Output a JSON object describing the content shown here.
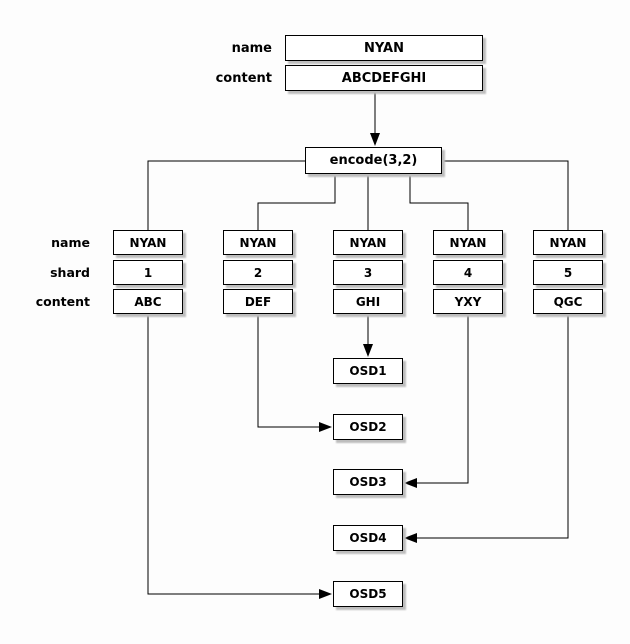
{
  "object": {
    "name_label": "name",
    "name_value": "NYAN",
    "content_label": "content",
    "content_value": "ABCDEFGHI"
  },
  "encode": {
    "label": "encode(3,2)"
  },
  "shard_table": {
    "row_labels": [
      "name",
      "shard",
      "content"
    ],
    "shards": [
      {
        "name": "NYAN",
        "shard": "1",
        "content": "ABC"
      },
      {
        "name": "NYAN",
        "shard": "2",
        "content": "DEF"
      },
      {
        "name": "NYAN",
        "shard": "3",
        "content": "GHI"
      },
      {
        "name": "NYAN",
        "shard": "4",
        "content": "YXY"
      },
      {
        "name": "NYAN",
        "shard": "5",
        "content": "QGC"
      }
    ]
  },
  "osds": [
    {
      "label": "OSD1"
    },
    {
      "label": "OSD2"
    },
    {
      "label": "OSD3"
    },
    {
      "label": "OSD4"
    },
    {
      "label": "OSD5"
    }
  ],
  "edges": [
    {
      "from": "object",
      "to": "encode(3,2)"
    },
    {
      "from": "encode(3,2)",
      "to": "shard 1"
    },
    {
      "from": "encode(3,2)",
      "to": "shard 2"
    },
    {
      "from": "encode(3,2)",
      "to": "shard 3"
    },
    {
      "from": "encode(3,2)",
      "to": "shard 4"
    },
    {
      "from": "encode(3,2)",
      "to": "shard 5"
    },
    {
      "from": "shard 3",
      "to": "OSD1"
    },
    {
      "from": "shard 2",
      "to": "OSD2"
    },
    {
      "from": "shard 4",
      "to": "OSD3"
    },
    {
      "from": "shard 5",
      "to": "OSD4"
    },
    {
      "from": "shard 1",
      "to": "OSD5"
    }
  ],
  "colors": {
    "background": "#fdfdfd",
    "box_fill": "#ffffff",
    "box_border": "#000000",
    "line": "#000000",
    "shadow": "#bdbdbd"
  }
}
